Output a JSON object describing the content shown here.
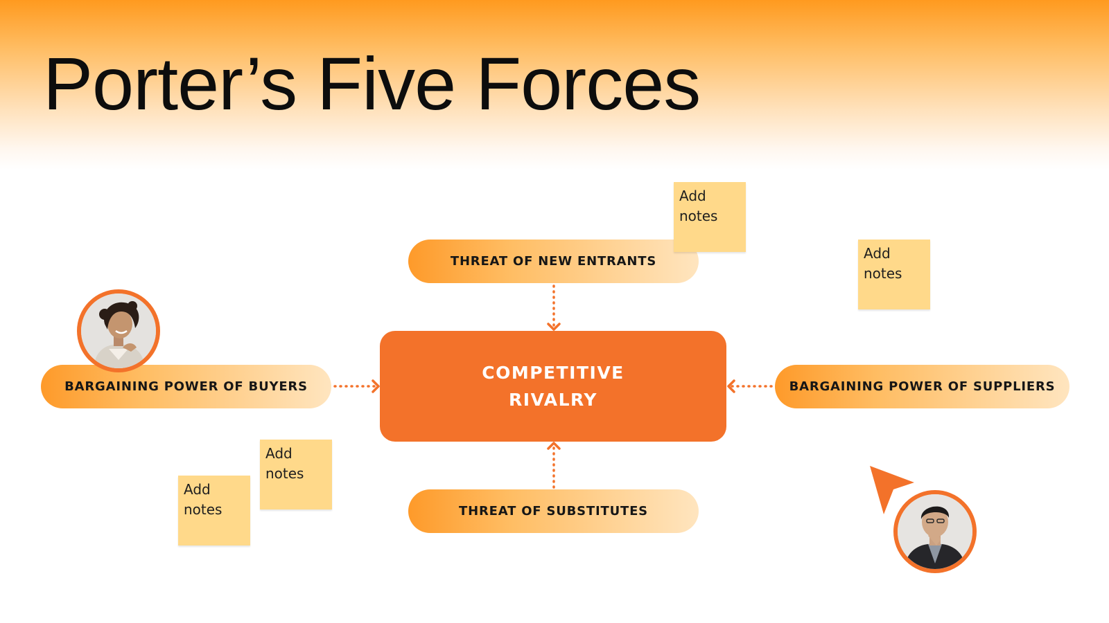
{
  "title": "Porter’s Five Forces",
  "center": {
    "line1": "COMPETITIVE",
    "line2": "RIVALRY"
  },
  "forces": {
    "new_entrants": "THREAT OF NEW ENTRANTS",
    "substitutes": "THREAT OF SUBSTITUTES",
    "buyers": "BARGAINING POWER OF BUYERS",
    "suppliers": "BARGAINING POWER OF SUPPLIERS"
  },
  "notes": [
    {
      "line1": "Add",
      "line2": "notes"
    },
    {
      "line1": "Add",
      "line2": "notes"
    },
    {
      "line1": "Add",
      "line2": "notes"
    },
    {
      "line1": "Add",
      "line2": "notes"
    }
  ],
  "colors": {
    "accent": "#f3722a",
    "pill_start": "#fe9a2a",
    "pill_end": "#ffe5bf",
    "note": "#ffd98a",
    "header_gradient_top": "#ff9a1f"
  },
  "icons": [
    "person-avatar-woman",
    "person-avatar-man",
    "cursor-pointer-icon"
  ]
}
